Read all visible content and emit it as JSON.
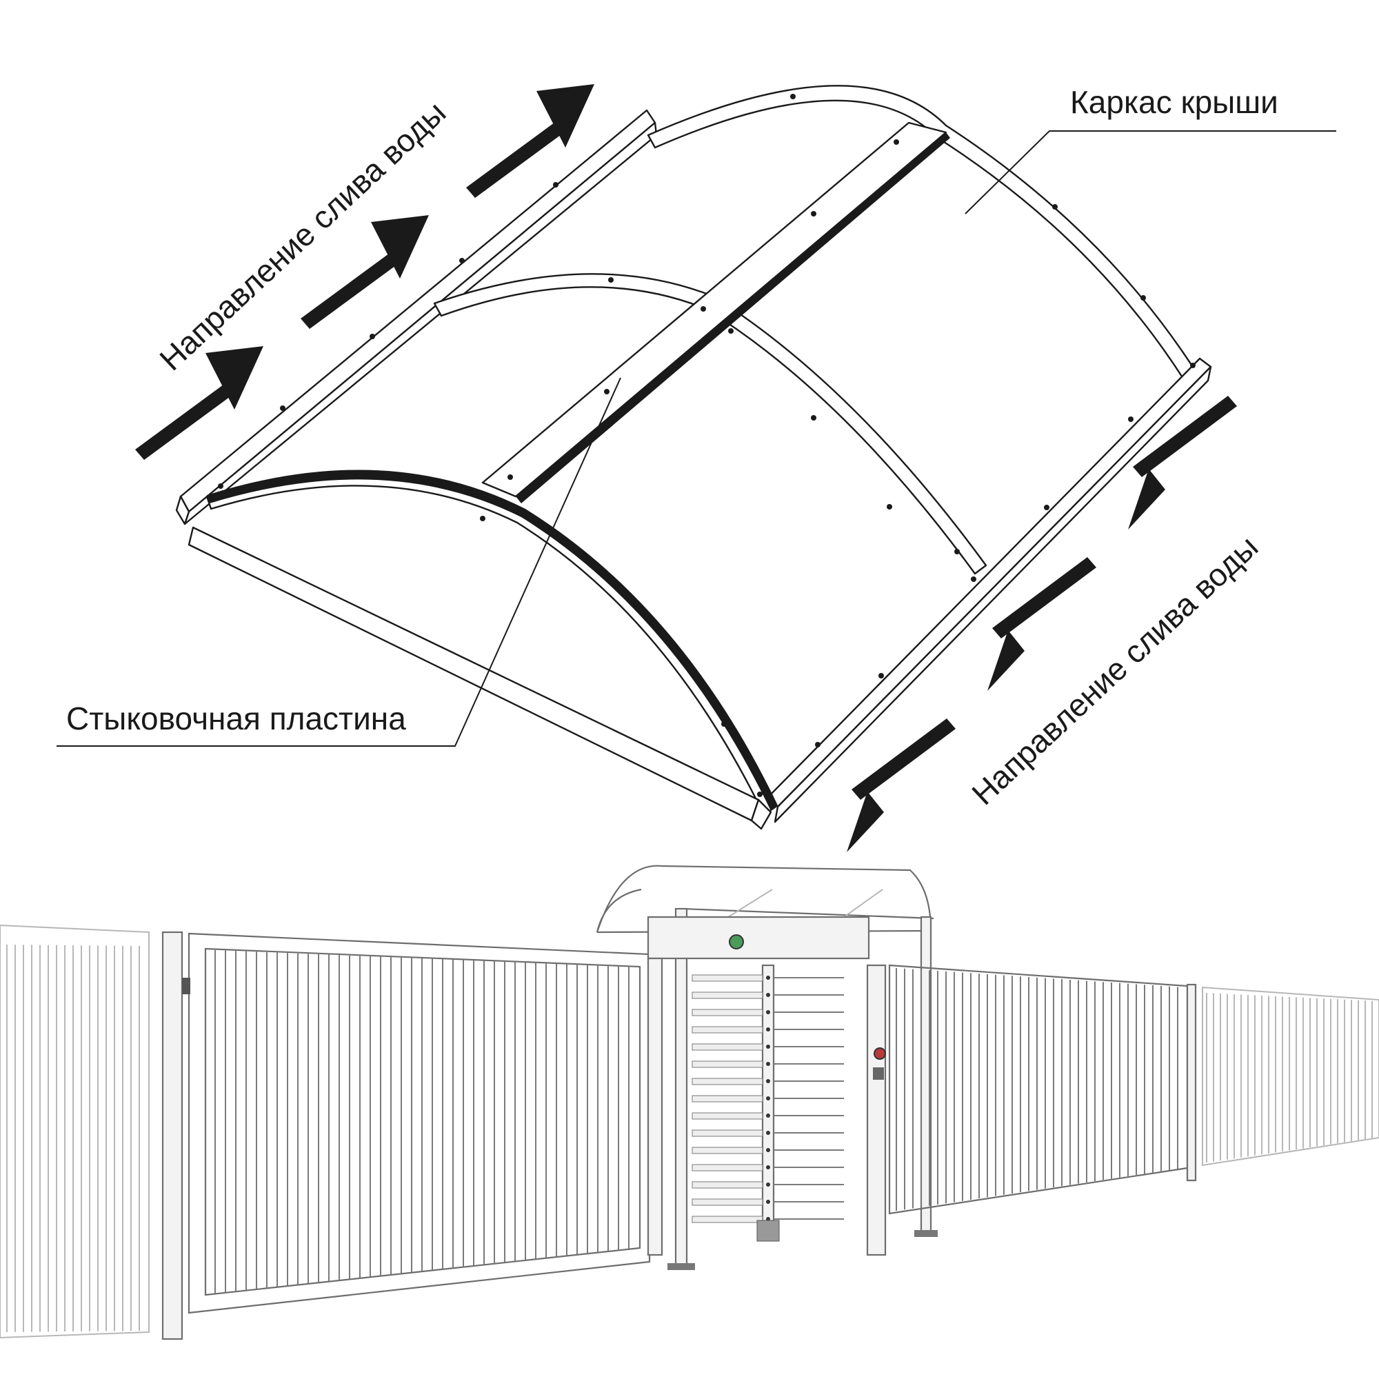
{
  "labels": {
    "roof_frame": "Каркас крыши",
    "docking_plate": "Стыковочная пластина",
    "water_direction_left": "Направление слива воды",
    "water_direction_right": "Направление слива воды"
  },
  "colors": {
    "ink": "#1a1a1a",
    "fence_line": "#6d6d6d",
    "background": "#ffffff"
  }
}
